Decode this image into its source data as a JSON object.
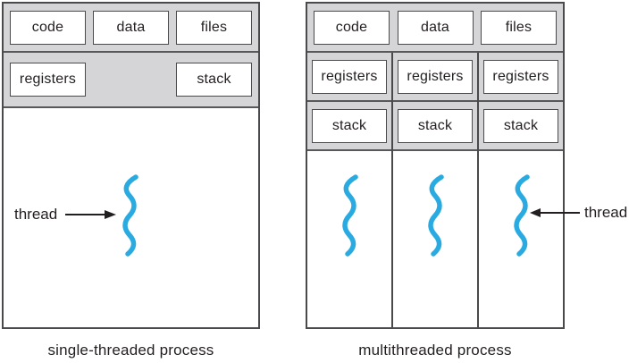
{
  "single": {
    "memory_boxes": [
      "code",
      "data",
      "files"
    ],
    "registers_label": "registers",
    "stack_label": "stack",
    "thread_label": "thread",
    "caption": "single-threaded process"
  },
  "multi": {
    "memory_boxes": [
      "code",
      "data",
      "files"
    ],
    "columns": [
      {
        "registers": "registers",
        "stack": "stack"
      },
      {
        "registers": "registers",
        "stack": "stack"
      },
      {
        "registers": "registers",
        "stack": "stack"
      }
    ],
    "thread_label": "thread",
    "caption": "multithreaded process"
  },
  "colors": {
    "section_gray": "#d5d5d7",
    "border_dark": "#4a4a4c",
    "thread_blue": "#29abe2",
    "text": "#231f20"
  }
}
